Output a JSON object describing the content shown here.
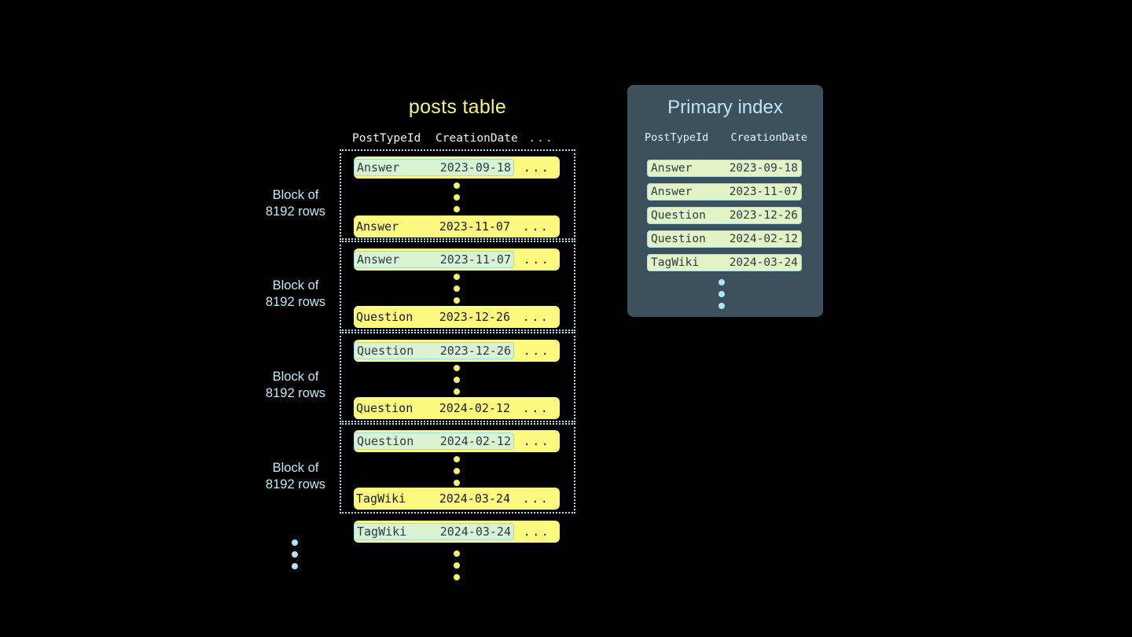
{
  "posts_table": {
    "title": "posts table",
    "columns": [
      "PostTypeId",
      "CreationDate",
      "..."
    ],
    "ellipsis": "...",
    "blocks": [
      {
        "label_line1": "Block of",
        "label_line2": "8192 rows",
        "first_row": {
          "type": "Answer",
          "date": "2023-09-18",
          "ellipsis": "...",
          "highlight": true
        },
        "last_row": {
          "type": "Answer",
          "date": "2023-11-07",
          "ellipsis": "...",
          "highlight": false
        }
      },
      {
        "label_line1": "Block of",
        "label_line2": "8192 rows",
        "first_row": {
          "type": "Answer",
          "date": "2023-11-07",
          "ellipsis": "...",
          "highlight": true
        },
        "last_row": {
          "type": "Question",
          "date": "2023-12-26",
          "ellipsis": "...",
          "highlight": false
        }
      },
      {
        "label_line1": "Block of",
        "label_line2": "8192 rows",
        "first_row": {
          "type": "Question",
          "date": "2023-12-26",
          "ellipsis": "...",
          "highlight": true
        },
        "last_row": {
          "type": "Question",
          "date": "2024-02-12",
          "ellipsis": "...",
          "highlight": false
        }
      },
      {
        "label_line1": "Block of",
        "label_line2": "8192 rows",
        "first_row": {
          "type": "Question",
          "date": "2024-02-12",
          "ellipsis": "...",
          "highlight": true
        },
        "last_row": {
          "type": "TagWiki",
          "date": "2024-03-24",
          "ellipsis": "...",
          "highlight": false
        }
      }
    ],
    "trailing_row": {
      "type": "TagWiki",
      "date": "2024-03-24",
      "ellipsis": "...",
      "highlight": true
    }
  },
  "primary_index": {
    "title": "Primary index",
    "columns": [
      "PostTypeId",
      "CreationDate"
    ],
    "rows": [
      {
        "type": "Answer",
        "date": "2023-09-18"
      },
      {
        "type": "Answer",
        "date": "2023-11-07"
      },
      {
        "type": "Question",
        "date": "2023-12-26"
      },
      {
        "type": "Question",
        "date": "2024-02-12"
      },
      {
        "type": "TagWiki",
        "date": "2024-03-24"
      }
    ]
  },
  "colors": {
    "background": "#000000",
    "row_yellow": "#fbfa7f",
    "highlight_green": "#d8f2d2",
    "highlight_border": "#9fd8e8",
    "block_border": "#a9e8f5",
    "label_blue": "#bfe9f7",
    "title_yellow": "#f3f37a",
    "index_panel": "#3d515c",
    "index_title": "#bfe5f6",
    "index_row": "#e2f4c6",
    "dot_yellow": "#f5ef6b",
    "dot_blue": "#b3e6f5"
  }
}
